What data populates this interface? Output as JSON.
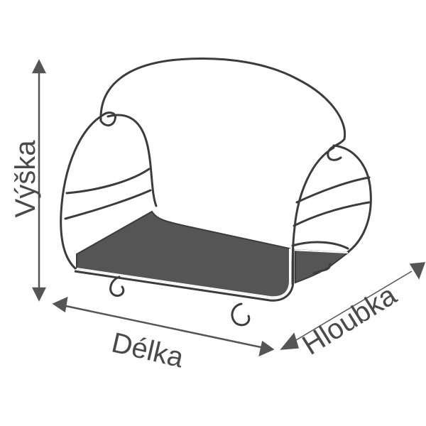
{
  "diagram": {
    "subject": "armchair dimensions",
    "colors": {
      "line": "#3c3c3c",
      "seat_fill": "#555555",
      "background": "#ffffff",
      "text": "#4a4a4a"
    },
    "labels": {
      "height": "Výška",
      "length": "Délka",
      "depth": "Hloubka"
    }
  }
}
